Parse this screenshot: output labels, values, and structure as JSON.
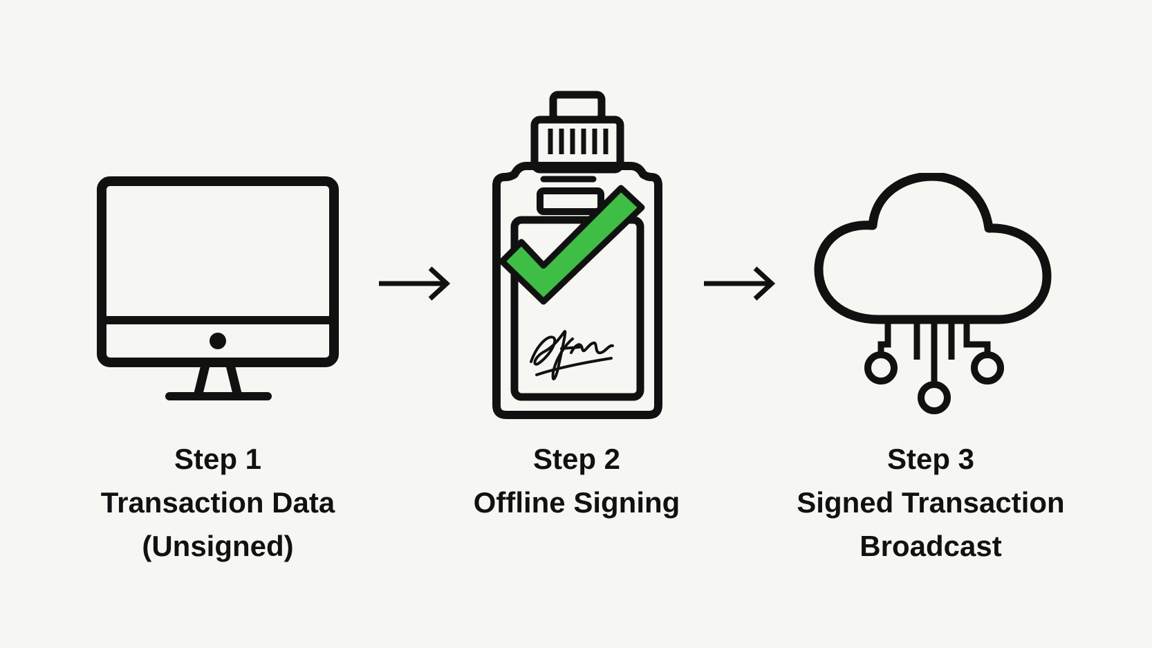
{
  "steps": [
    {
      "heading": "Step 1",
      "line1": "Transaction Data",
      "line2": "(Unsigned)",
      "icon": "monitor-icon"
    },
    {
      "heading": "Step 2",
      "line1": "Offline Signing",
      "line2": "",
      "icon": "hardware-wallet-icon",
      "signature": "Ajfm"
    },
    {
      "heading": "Step 3",
      "line1": "Signed Transaction",
      "line2": "Broadcast",
      "icon": "cloud-network-icon"
    }
  ],
  "flow_arrow": "arrow-right-icon",
  "colors": {
    "background": "#f6f6f3",
    "stroke": "#111111",
    "check": "#3fbe45"
  }
}
